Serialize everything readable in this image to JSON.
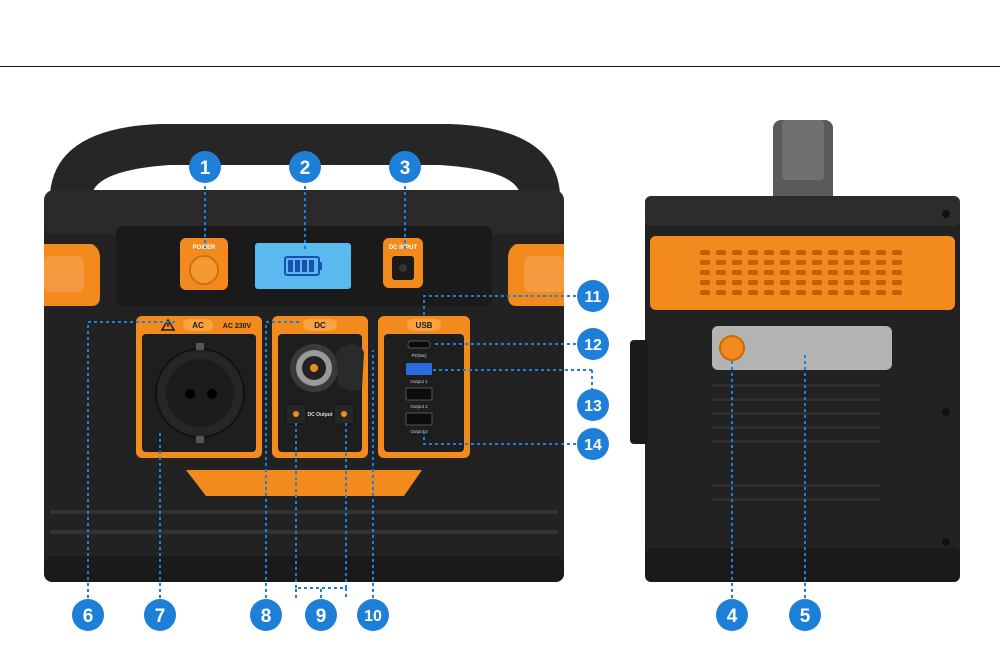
{
  "colors": {
    "body_dark": "#1e1e1e",
    "body_mid": "#2c2c2c",
    "accent_orange": "#f28a1e",
    "callout_blue": "#1d7fd8",
    "lcd_blue": "#5ab9ee",
    "side_panel_gray": "#b3b3b3"
  },
  "front_panel": {
    "power_label": "POWER",
    "dc_input_label": "DC INPUT",
    "ac_label": "AC",
    "ac_voltage": "AC 230V",
    "dc_label": "DC",
    "dc_output_label": "DC Output",
    "usb_label": "USB",
    "usb_port_1": "PD(5w)",
    "usb_port_2": "Output 1",
    "usb_port_3": "Output 2",
    "usb_port_4": "Output 3"
  },
  "callouts": [
    "1",
    "2",
    "3",
    "4",
    "5",
    "6",
    "7",
    "8",
    "9",
    "10",
    "11",
    "12",
    "13",
    "14"
  ],
  "icons": {
    "warning": "warning-triangle-icon",
    "battery": "battery-full-icon"
  }
}
